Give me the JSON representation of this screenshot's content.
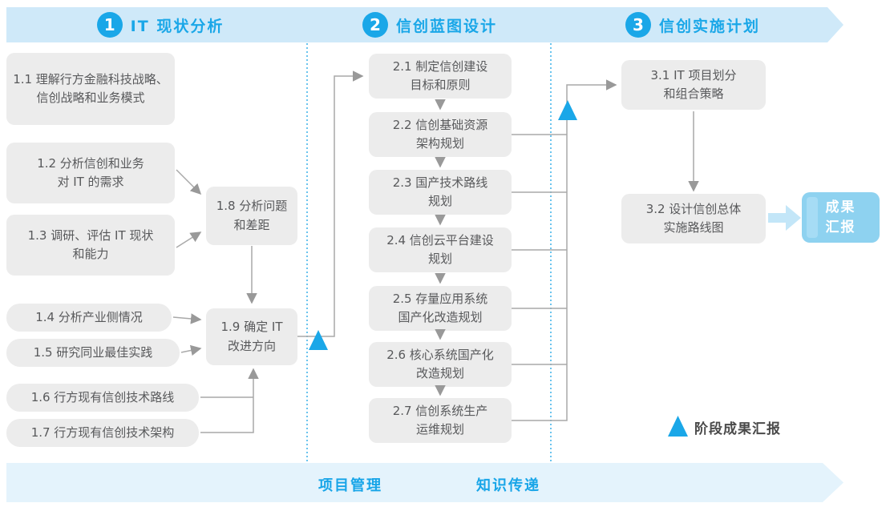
{
  "phases": [
    {
      "number": "1",
      "title": "IT 现状分析"
    },
    {
      "number": "2",
      "title": "信创蓝图设计"
    },
    {
      "number": "3",
      "title": "信创实施计划"
    }
  ],
  "stage1": {
    "boxes": [
      {
        "text": "1.1 理解行方金融科技战略、\n信创战略和业务模式"
      },
      {
        "text": "1.2 分析信创和业务\n对 IT 的需求"
      },
      {
        "text": "1.3 调研、评估 IT 现状\n和能力"
      },
      {
        "text": "1.4 分析产业侧情况"
      },
      {
        "text": "1.5 研究同业最佳实践"
      },
      {
        "text": "1.6 行方现有信创技术路线"
      },
      {
        "text": "1.7 行方现有信创技术架构"
      },
      {
        "text": "1.8 分析问题\n和差距"
      },
      {
        "text": "1.9 确定 IT\n改进方向"
      }
    ]
  },
  "stage2": {
    "boxes": [
      {
        "text": "2.1 制定信创建设\n目标和原则"
      },
      {
        "text": "2.2 信创基础资源\n架构规划"
      },
      {
        "text": "2.3 国产技术路线\n规划"
      },
      {
        "text": "2.4 信创云平台建设\n规划"
      },
      {
        "text": "2.5 存量应用系统\n国产化改造规划"
      },
      {
        "text": "2.6 核心系统国产化\n改造规划"
      },
      {
        "text": "2.7 信创系统生产\n运维规划"
      }
    ]
  },
  "stage3": {
    "boxes": [
      {
        "text": "3.1 IT 项目划分\n和组合策略"
      },
      {
        "text": "3.2 设计信创总体\n实施路线图"
      }
    ]
  },
  "result_box": {
    "text": "成果\n汇报"
  },
  "legend": {
    "label": "阶段成果汇报"
  },
  "footer": {
    "items": [
      {
        "label": "项目管理"
      },
      {
        "label": "知识传递"
      }
    ]
  },
  "colors": {
    "band_blue": "#cfe9f9",
    "accent_blue": "#1aa7e8",
    "box_gray": "#ececec",
    "result_blue": "#8ed2f0",
    "footer_band_blue": "#e4f3fc",
    "connector_gray": "#a9a9a9"
  }
}
